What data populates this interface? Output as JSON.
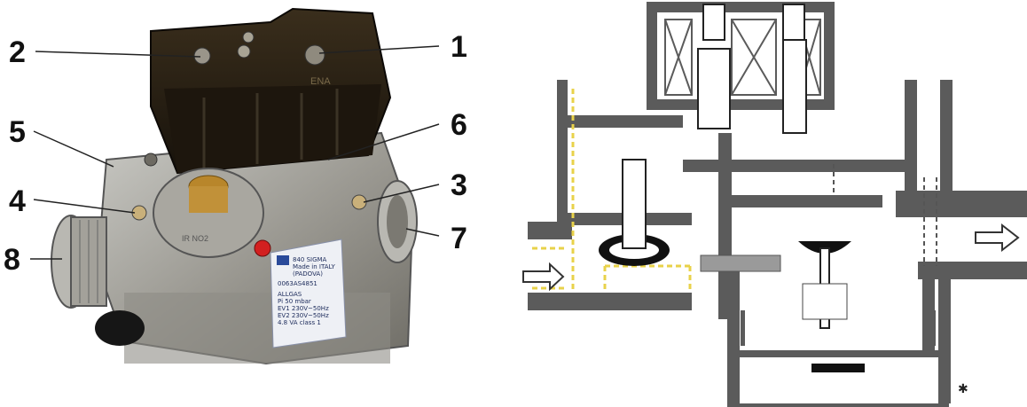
{
  "photo": {
    "callouts": [
      {
        "label": "1"
      },
      {
        "label": "2"
      },
      {
        "label": "3"
      },
      {
        "label": "4"
      },
      {
        "label": "5"
      },
      {
        "label": "6"
      },
      {
        "label": "7"
      },
      {
        "label": "8"
      }
    ],
    "cover_text": "ENA",
    "knob_text": "IR NO2",
    "plate_lines": [
      "840 SIGMA",
      "Made in ITALY",
      "(PADOVA)",
      "0063AS4851",
      "ALLGAS",
      "Pi 50 mbar",
      "EV1 230V~50Hz",
      "EV2 230V~50Hz",
      "4.8 VA class 1"
    ]
  },
  "schematic": {
    "inlet_arrow": "inlet-arrow-icon",
    "outlet_arrow": "outlet-arrow-icon",
    "star_marker": "✱",
    "colors": {
      "body": "#5b5b5b",
      "wall": "#7a7a7a",
      "yellow": "#e8d24a",
      "black": "#111111"
    }
  }
}
